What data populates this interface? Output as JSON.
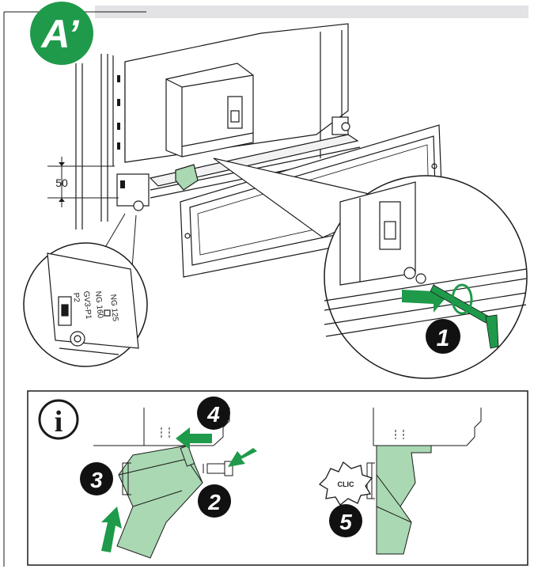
{
  "header": {
    "badge_label": "A’"
  },
  "dimension": {
    "value": "50"
  },
  "zoom_left": {
    "label_1": "NG 125",
    "label_2": "NG 160",
    "label_3": "GV3-P1",
    "label_4": "P2"
  },
  "steps": {
    "step1": "1",
    "step2": "2",
    "step3": "3",
    "step4": "4",
    "step5": "5"
  },
  "info": {
    "icon_glyph": "i",
    "clic_label": "CLIC"
  },
  "colors": {
    "accent_green": "#1f9a4a",
    "light_green": "#a9d8b2",
    "header_gray": "#e3e3e6",
    "line": "#1a1a1a"
  }
}
